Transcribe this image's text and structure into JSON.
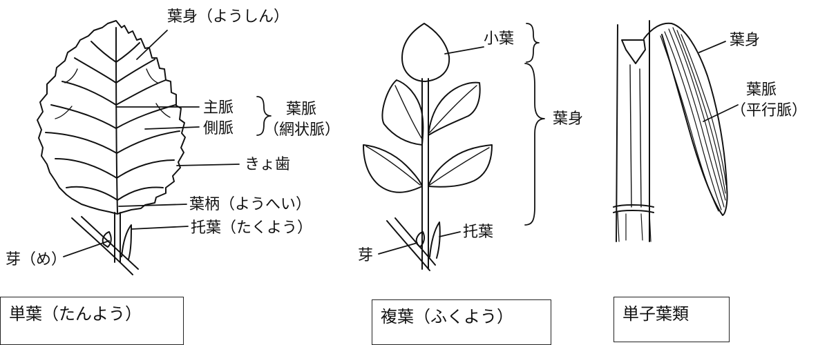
{
  "simple_leaf": {
    "blade": "葉身（ようしん）",
    "main_vein": "主脈",
    "side_vein": "側脈",
    "vein_group": "葉脈",
    "vein_type": "（網状脈）",
    "serration": "きょ歯",
    "petiole": "葉柄（ようへい）",
    "stipule": "托葉（たくよう）",
    "bud": "芽（め）",
    "caption": "単葉（たんよう）"
  },
  "compound_leaf": {
    "leaflet": "小葉",
    "blade": "葉身",
    "stipule": "托葉",
    "bud": "芽",
    "caption": "複葉（ふくよう）"
  },
  "monocot": {
    "blade": "葉身",
    "vein": "葉脈",
    "vein_type": "（平行脈）",
    "caption": "単子葉類"
  }
}
